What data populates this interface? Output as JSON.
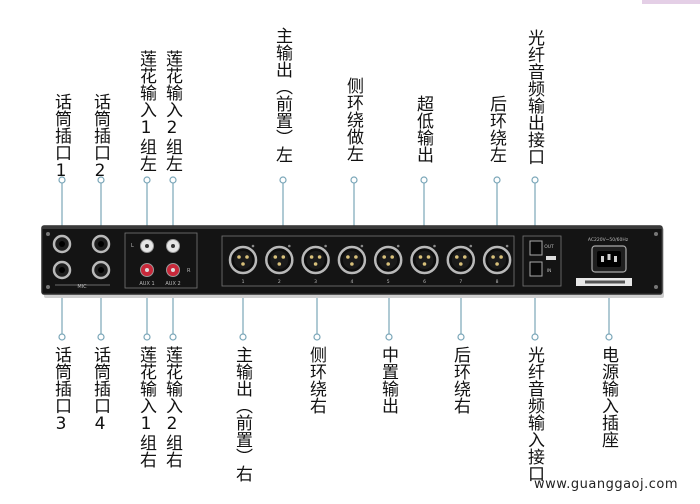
{
  "labels_top": {
    "mic1": "话筒插口1",
    "mic2": "话筒插口2",
    "rca1_left": "莲花输入1组左",
    "rca2_left": "莲花输入2组左",
    "main_left": "主输出（前置）左",
    "surround_left": "侧环绕做左",
    "subwoofer": "超低输出",
    "rear_left": "后环绕左",
    "optical_out": "光纤音频输出接口"
  },
  "labels_bottom": {
    "mic3": "话筒插口3",
    "mic4": "话筒插口4",
    "rca1_right": "莲花输入1组右",
    "rca2_right": "莲花输入2组右",
    "main_right": "主输出（前置）右",
    "surround_right": "侧环绕右",
    "center": "中置输出",
    "rear_right": "后环绕右",
    "optical_in": "光纤音频输入接口",
    "power": "电源输入插座"
  },
  "panel": {
    "mic_label": "MIC",
    "aux1_label": "AUX 1",
    "aux2_label": "AUX 2",
    "rca_l": "L",
    "rca_r": "R",
    "xlr_numbers": [
      "1",
      "2",
      "3",
      "4",
      "5",
      "6",
      "7",
      "8"
    ],
    "optical_out_text": "OUT",
    "optical_in_text": "IN",
    "power_text": "AC220V~50/60Hz"
  },
  "watermark": "www.guanggaoj.com",
  "colors": {
    "panel": "#141414",
    "panel_edge": "#2c2c2c",
    "leader_line": "#7aa6b8",
    "red_rca": "#c8283a",
    "white_rca": "#e6e6e6",
    "metal": "#b9b9b9"
  }
}
